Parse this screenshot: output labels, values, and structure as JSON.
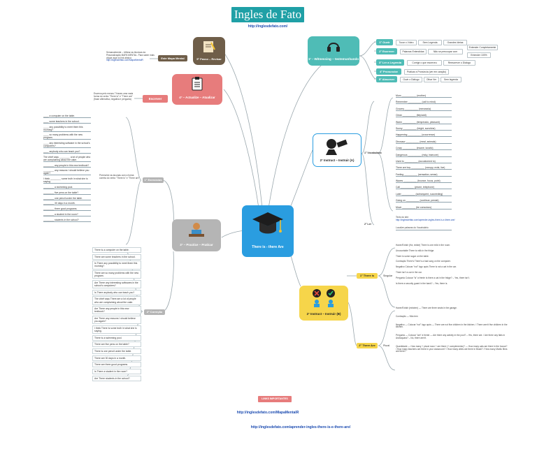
{
  "header": {
    "title": "Ingles de Fato",
    "url": "http://inglesdefato.com/"
  },
  "center": {
    "label": "There is - there Are"
  },
  "colors": {
    "teal": "#4fbcb6",
    "yellow": "#f6d54a",
    "red": "#e77c7c",
    "gray": "#b5b5b5",
    "brown": "#6f5e49",
    "blue": "#2a9de0"
  },
  "witness": {
    "title": "1° - Witnessing – testemunhando",
    "steps": [
      {
        "label": "1° Ouvir",
        "items": [
          "Tocar o Vídeo",
          "Sem Legenda",
          "Grandes Ideias"
        ]
      },
      {
        "label": "2° Escrever",
        "items": [
          "Palavras Entendidas",
          "Não se preocupar com"
        ],
        "extra": [
          "Entender Completamente",
          "Entender 100%"
        ]
      },
      {
        "label": "3° Ler a Legenda",
        "items": [
          "Corrigir o que escreveu",
          "Reescrever o Diálogo"
        ]
      },
      {
        "label": "4° Pronunciar",
        "items": [
          "Praticar a Pronúncia (ver em canção)"
        ]
      },
      {
        "label": "5° Absorver",
        "items": [
          "Ouvir o Diálogo",
          "Olhar Ver",
          "Sem legenda"
        ]
      }
    ]
  },
  "instruct_a": {
    "title": "2° Instruct – Instruir (A)",
    "vocab_label": "1° Vocabulário",
    "read_label": "2° Ler",
    "vocab": [
      "Mom ___________ (mother)",
      "Remember __________ (call to mind)",
      "Grocery __________ (mercearia)",
      "Clean __________ (tidy/add)",
      "Warm __________ (temperado, pleasant)",
      "Sunny __________ (bright, sunshine)",
      "Happening __________ (occurrence)",
      "Dinosaur __________ (meal, animals)",
      "Crazy __________ (insane, lunatic)",
      "Dangerous __________ (risky, insecure)",
      "Used to __________ (accustomed to)",
      "There are boy __________ (occupy, exist, live)",
      "Feeling __________ (sensation, sense)",
      "Waves __________ (bounce, focus, point)",
      "Call __________ (phone, telephone)",
      "Later __________ (subsequent, succeeding)",
      "Going on __________ (continue, persist)",
      "Move __________ (be conscious)"
    ],
    "read_text": "Texto do site:",
    "read_link": "http://inglesdefato.com/aprender-ingles-there-is-e-there-are/",
    "read_extra": "Localize palavras do Vocabulário"
  },
  "instruct_b": {
    "title": "2° Instruct – Instruir (B)",
    "there_is": {
      "label": "1° There is",
      "group": "Singular",
      "rows": [
        {
          "k": "Haver/Existir (Há, existe)",
          "v": "There is one milk in the room."
        },
        {
          "k": "Uncountable",
          "v": "There is milk in the fridge."
        },
        {
          "k": "",
          "v": "There is some sugar on the table."
        },
        {
          "k": "Contração",
          "v": "There's",
          "v2": "There's a bad song on the computer."
        },
        {
          "k": "Negativo",
          "v": "Colocar \"not\" logo após",
          "v2": "There is not a cat in the car."
        },
        {
          "k": "",
          "v": "",
          "v2": "There isn't a car in the car."
        },
        {
          "k": "Pergunta",
          "v": "Colocar \"is\" à frente",
          "v2": "Is there a cat in the fridge?",
          "v3": "– Yes, there isn't."
        },
        {
          "k": "",
          "v": "",
          "v2": "Is there a security guard in the bank?",
          "v3": "– Yes, there is."
        }
      ]
    },
    "there_are": {
      "label": "2° There Are",
      "group": "Plural",
      "rows": [
        "Haver/Existir (existem) — There are three seats in the garage.",
        "Contração — Não tem",
        "Negativo — Colocar \"not\" logo após — There are not five children in the kitchen. / There aren't five children in the kitchen.",
        "Pergunta — Colocar \"are\" à frente — Are there any activity in the pool? – Yes, there are. / Are there any flats in Araraquara? – No, there aren't.",
        "Quantidade — How many + plural noun + are there (+ complemento)? — How many cats are there in the house? / How many teachers are there in your classroom? / How many cities are there in Brazil? / How many Marilo films are there?"
      ]
    }
  },
  "practice": {
    "title": "3° – Practice – Praticar",
    "exercicios_label": "1° Exercícios",
    "exercicios_note": "Preencher as lacunas com a forma correta do verbo \"There is\" e \"There are\"",
    "exercicios": [
      "____ a computer on the table.",
      "____ some teachers in the school.",
      "____ any possibility to meet them this morning?",
      "____ so many problems with the new program.",
      "____ any interesting software in the school's computers?",
      "____ anybody who can teach you?",
      "The chief says ________ a lot of people who are complaining about the cake.",
      "________ any people in this new textbook?",
      "________ any reasons I should believe you again?",
      "I think ________ some truth in what she is saying.",
      "________ a swimming pool.",
      "________ five pens on the table?",
      "________ one pencil under the table.",
      "________ 30 days in a month.",
      "________ three good programs.",
      "________ a student in the room?",
      "________ students in the school?"
    ],
    "correcao_label": "2° Correção",
    "correcao": [
      "There is a computer on the table.",
      "There are some teachers in the school.",
      "Is There any possibility to meet them this morning?",
      "There are so many problems with the new program.",
      "Are There any interesting softwares in the school's computers?",
      "Is There anybody who can teach you?",
      "The chief says There are a lot of people who are complaining about the cake.",
      "Are There any people in this new textbook?",
      "Are There any reasons I should believe you again?",
      "I think There is some truth in what she is saying.",
      "There is a swimming pool.",
      "There are five pens on the table?",
      "There is one pencil under the table.",
      "There are 30 days in a month.",
      "There are three good programs.",
      "Is There a student in the room?",
      "Are There students in the school?"
    ]
  },
  "actualize": {
    "title": "4° – Actualize – Atualizar",
    "tag": "Escrever",
    "note": "Escreva pelo menos 7 frases uma nada forma do verbo \"There is\" e \"There are\" (frase afirmativa, negativa e pergunta)"
  },
  "review": {
    "title": "5° Passo – Revisar",
    "tag": "Este Mapa Mental",
    "note": "Semanalmente – Utilizar as técnicas da Pesonalização MAPA MENTAL. Para saber mais clique aqui no link abaixo:",
    "link": "http://inglesdefato.com/MapaMentalR"
  },
  "footer": {
    "label": "LINKS IMPORTANTES",
    "links": [
      "http://inglesdefato.com/MapaMentalR",
      "http://inglesdefato.com/aprender-ingles-there-is-e-there-are/"
    ]
  }
}
